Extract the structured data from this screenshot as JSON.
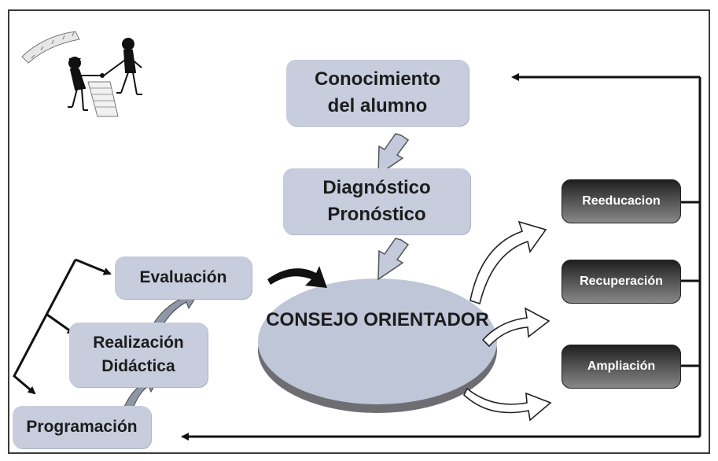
{
  "diagram": {
    "top_box": {
      "line1": "Conocimiento",
      "line2": "del alumno"
    },
    "middle_box": {
      "line1": "Diagnóstico",
      "line2": "Pronóstico"
    },
    "center": {
      "line1": "CONSEJO",
      "line2": "ORIENTADOR"
    },
    "left_boxes": {
      "evaluacion": "Evaluación",
      "realizacion_line1": "Realización",
      "realizacion_line2": "Didáctica",
      "programacion": "Programación"
    },
    "right_boxes": {
      "reeducacion": "Reeducacion",
      "recuperacion": "Recuperación",
      "ampliacion": "Ampliación"
    },
    "colors": {
      "box_fill": "#c7cddd",
      "ellipse_fill": "#bfc6d8",
      "dark_box": "#2a2a2a",
      "line": "#111111"
    },
    "icon": "two-people-handshake-icon"
  }
}
